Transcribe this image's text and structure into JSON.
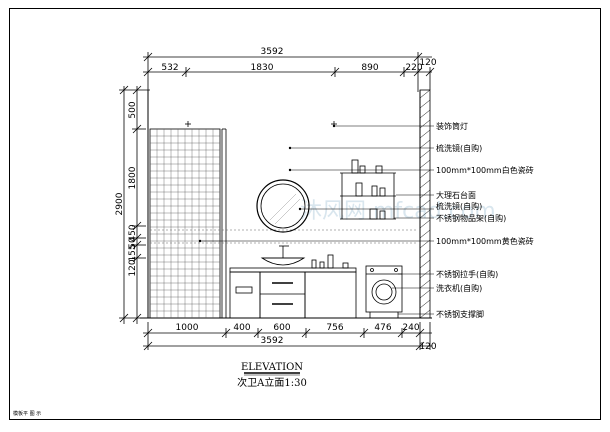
{
  "drawing": {
    "top_total": "3592",
    "bottom_total": "3592",
    "top_segments": [
      "532",
      "1830",
      "890",
      "220"
    ],
    "top_right_thickness": "120",
    "bottom_segments": [
      "1000",
      "400",
      "600",
      "756",
      "476",
      "240"
    ],
    "bottom_right_thickness": "120",
    "left_total": "2900",
    "left_segments": [
      "500",
      "1800",
      "450",
      "50",
      "155",
      "120"
    ],
    "annotations": [
      "装饰筒灯",
      "梳洗镜(自购)",
      "100mm*100mm白色瓷砖",
      "大理石台面",
      "梳洗镜(自购)",
      "不锈钢物品架(自购)",
      "100mm*100mm黄色瓷砖",
      "不锈钢拉手(自购)",
      "洗衣机(自购)",
      "不锈钢支撑脚"
    ],
    "caption_en": "ELEVATION",
    "caption_cn": "次卫A立面1:30",
    "watermark": "沐风网 mfcad.com",
    "footer": "模板平 图 示"
  }
}
